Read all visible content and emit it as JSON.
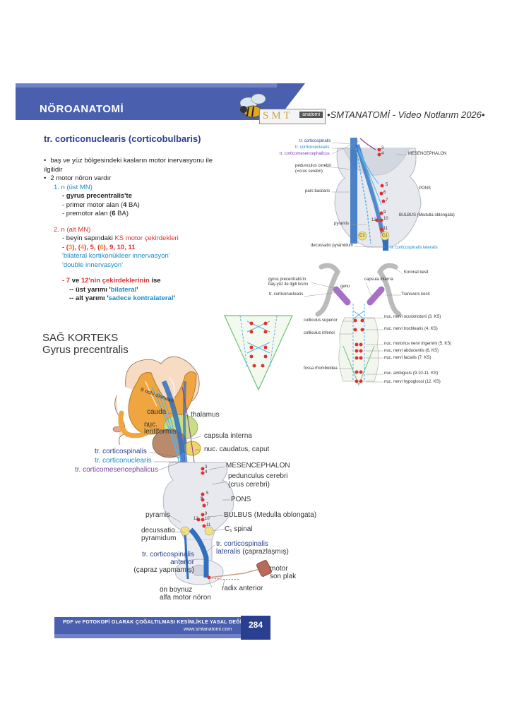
{
  "header": {
    "section": "NÖROANATOMİ",
    "logo_text": "SMT",
    "logo_tag": "anatomi",
    "video_notes": "•SMTANATOMİ - Video Notlarım 2026•"
  },
  "heading": "tr. corticonuclearis (corticobulbaris)",
  "content": {
    "b1": "baş ve yüz bölgesindeki kasların motor inervasyonu ile ilgilidir",
    "b2": "2 motor nöron vardır",
    "n1": "1. n (üst MN)",
    "n1_a": "- gyrus precentralis'te",
    "n1_b_pre": "- primer motor alan (",
    "n1_b_num": "4",
    "n1_b_post": " BA)",
    "n1_c_pre": "- premotor alan (",
    "n1_c_num": "6",
    "n1_c_post": " BA)",
    "n2": "2. n (alt MN)",
    "n2_a_pre": "- beyin sapındaki ",
    "n2_a_red": "KS motor çekirdekleri",
    "n2_b_dash": "- (",
    "n2_b_3": "3",
    "n2_b_sep1": "), (",
    "n2_b_4": "4",
    "n2_b_sep2": "),  5, (",
    "n2_b_6": "6",
    "n2_b_sep3": "),  9, 10, 11",
    "n2_c": "'bilateral kortikonükleer innervasyon'",
    "n2_d": "'double innervasyon'",
    "n3_pre": "- 7",
    "n3_mid": " ve ",
    "n3_12": "12'nin çekirdeklerinin",
    "n3_post": " ise",
    "n3_a_pre": "-- üst yarımı '",
    "n3_a_val": "bilateral",
    "n3_a_post": "'",
    "n3_b_pre": "-- alt yarımı '",
    "n3_b_val": "sadece kontralateral",
    "n3_b_post": "'"
  },
  "fig1": {
    "tr_cs": "tr. corticospinalis",
    "tr_cn": "tr. corticonuclearis",
    "tr_cm": "tr. corticomesencephalicus",
    "pedunculus": "pedunculus cerebri",
    "crus": "(=crus cerebri)",
    "mesencephalon": "MESENCEPHALON",
    "pars_basilaris": "pars basilaris",
    "pons": "PONS",
    "bulbus": "BULBUS (Medulla oblongata)",
    "pyramis": "pyramis",
    "decussatio": "decussatio pyramidum",
    "tr_csl": "tr. corticospinalis lateralis",
    "c1": "C1",
    "n3": "3",
    "n4": "4",
    "n5": "5",
    "n6": "6",
    "n7": "7",
    "n9": "9",
    "n10": "10",
    "n11": "11",
    "n12": "12"
  },
  "fig2": {
    "koronal": "Koronal kesit",
    "gyrus1": "gyrus precentralis'in",
    "gyrus2": "baş-yüz ile ilgili kısmı",
    "capsula": "capsula interna",
    "genu": "genu",
    "tr_cn": "tr. corticonuclearis",
    "transvers": "Transvers kesit",
    "coll_sup": "colliculus superior",
    "coll_inf": "colliculus inferior",
    "fossa": "fossa rhomboidea",
    "n3": "nuc. nervi oculomotorii (3. KS)",
    "n4": "nuc. nervi trochlearis (4. KS)",
    "n5": "nuc. motorius nervi trigemini (5. KS)",
    "n6": "nuc. nervi abducentis (6. KS)",
    "n7": "nuc. nervi facialis (7. KS)",
    "n9": "nuc. ambiguus (9-10-11. KS)",
    "n12": "nuc. nervi hypoglossi (12. KS)"
  },
  "fig3": {
    "title1": "SAĞ KORTEKS",
    "title2": "Gyrus precentralis",
    "nolu": "8 nolu alandan",
    "cauda": "cauda",
    "nuc_lent1": "nuc.",
    "nuc_lent2": "lentiformis",
    "thalamus": "thalamus",
    "capsula": "capsula interna",
    "caudatus": "nuc. caudatus, caput",
    "tr_cs": "tr. corticospinalis",
    "tr_cn": "tr. corticonuclearis",
    "tr_cm": "tr. corticomesencephalicus",
    "mesencephalon": "MESENCEPHALON",
    "pedunculus": "pedunculus cerebri",
    "crus": "(crus cerebri)",
    "pons": "PONS",
    "bulbus": "BULBUS (Medulla oblongata)",
    "pyramis": "pyramis",
    "decussatio1": "decussatio",
    "decussatio2": "pyramidum",
    "c1": "C₁ spinal",
    "trl1": "tr. corticospinalis",
    "trl2": "lateralis",
    "trl3": "(çaprazlaşmış)",
    "tra1": "tr. corticospinalis",
    "tra2": "anterior",
    "tra3": "(çapraz yapmamış)",
    "motor1": "motor",
    "motor2": "son plak",
    "radix": "radix anterior",
    "onb1": "ön boynuz",
    "onb2": "alfa motor nöron",
    "n3": "3",
    "n4": "4",
    "n5": "5",
    "n6": "6",
    "n7": "7",
    "n9": "9",
    "n10": "10",
    "n11": "11",
    "n12": "12"
  },
  "footer": {
    "warning": "PDF ve FOTOKOPİ OLARAK ÇOĞALTILMASI KESİNLİKLE YASAL DEĞİLDİR!",
    "site": "www.smtanatomi.com",
    "page": "284"
  },
  "colors": {
    "brand_blue": "#4a5fae",
    "dark_blue": "#2a3f8f",
    "cyan": "#1a8bc9",
    "red": "#e0302f",
    "orange": "#f0932b",
    "purple": "#7b3fa0"
  }
}
